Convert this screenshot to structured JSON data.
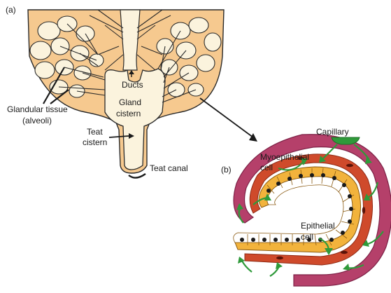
{
  "panel_a": {
    "tag": "(a)",
    "labels": {
      "ducts": "Ducts",
      "gland_cistern_line1": "Gland",
      "gland_cistern_line2": "cistern",
      "glandular_line1": "Glandular tissue",
      "glandular_line2": "(alveoli)",
      "teat_cistern_line1": "Teat",
      "teat_cistern_line2": "cistern",
      "teat_canal": "Teat canal"
    }
  },
  "panel_b": {
    "tag": "(b)",
    "labels": {
      "capillary": "Capillary",
      "myoepithelial_line1": "Myoepithelial",
      "myoepithelial_line2": "cell",
      "epithelial_line1": "Epithelial",
      "epithelial_line2": "cell"
    }
  },
  "colors": {
    "udder_fill": "#f6c98f",
    "lumen_fill": "#fbf3dd",
    "vessel": "#b5406a",
    "vessel_dark": "#7d2146",
    "myo": "#cf4a2b",
    "epi": "#f2b33c",
    "nucleus": "#1a1a1a",
    "flow": "#2f9a3a"
  }
}
